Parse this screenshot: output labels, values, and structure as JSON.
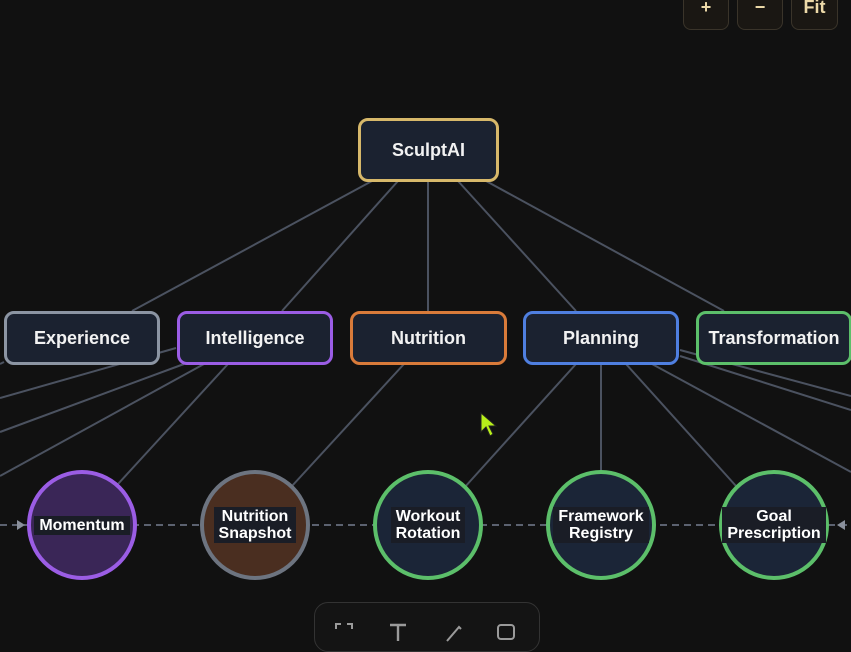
{
  "zoom_controls": {
    "zoom_in": "+",
    "zoom_out": "−",
    "fit": "Fit"
  },
  "root": {
    "label": "SculptAI",
    "color": "#d7b86a"
  },
  "categories": [
    {
      "label": "Experience",
      "color": "#8c95a3"
    },
    {
      "label": "Intelligence",
      "color": "#9b5de5"
    },
    {
      "label": "Nutrition",
      "color": "#d97b3a"
    },
    {
      "label": "Planning",
      "color": "#4f7fe0"
    },
    {
      "label": "Transformation",
      "color": "#5cbf6a"
    }
  ],
  "leaves": [
    {
      "lines": [
        "Momentum"
      ],
      "border": "#9b5de5",
      "fill": "#3a2657"
    },
    {
      "lines": [
        "Nutrition",
        "Snapshot"
      ],
      "border": "#6d7480",
      "fill": "#4a2e20"
    },
    {
      "lines": [
        "Workout",
        "Rotation"
      ],
      "border": "#5cbf6a",
      "fill": "#1b2537"
    },
    {
      "lines": [
        "Framework",
        "Registry"
      ],
      "border": "#5cbf6a",
      "fill": "#1b2537"
    },
    {
      "lines": [
        "Goal",
        "Prescription"
      ],
      "border": "#5cbf6a",
      "fill": "#1b2537"
    }
  ],
  "toolbar": {
    "tools": [
      "select-tool",
      "text-tool",
      "pen-tool",
      "shape-tool"
    ]
  },
  "colors": {
    "background": "#111111",
    "edge": "#4b5260"
  }
}
